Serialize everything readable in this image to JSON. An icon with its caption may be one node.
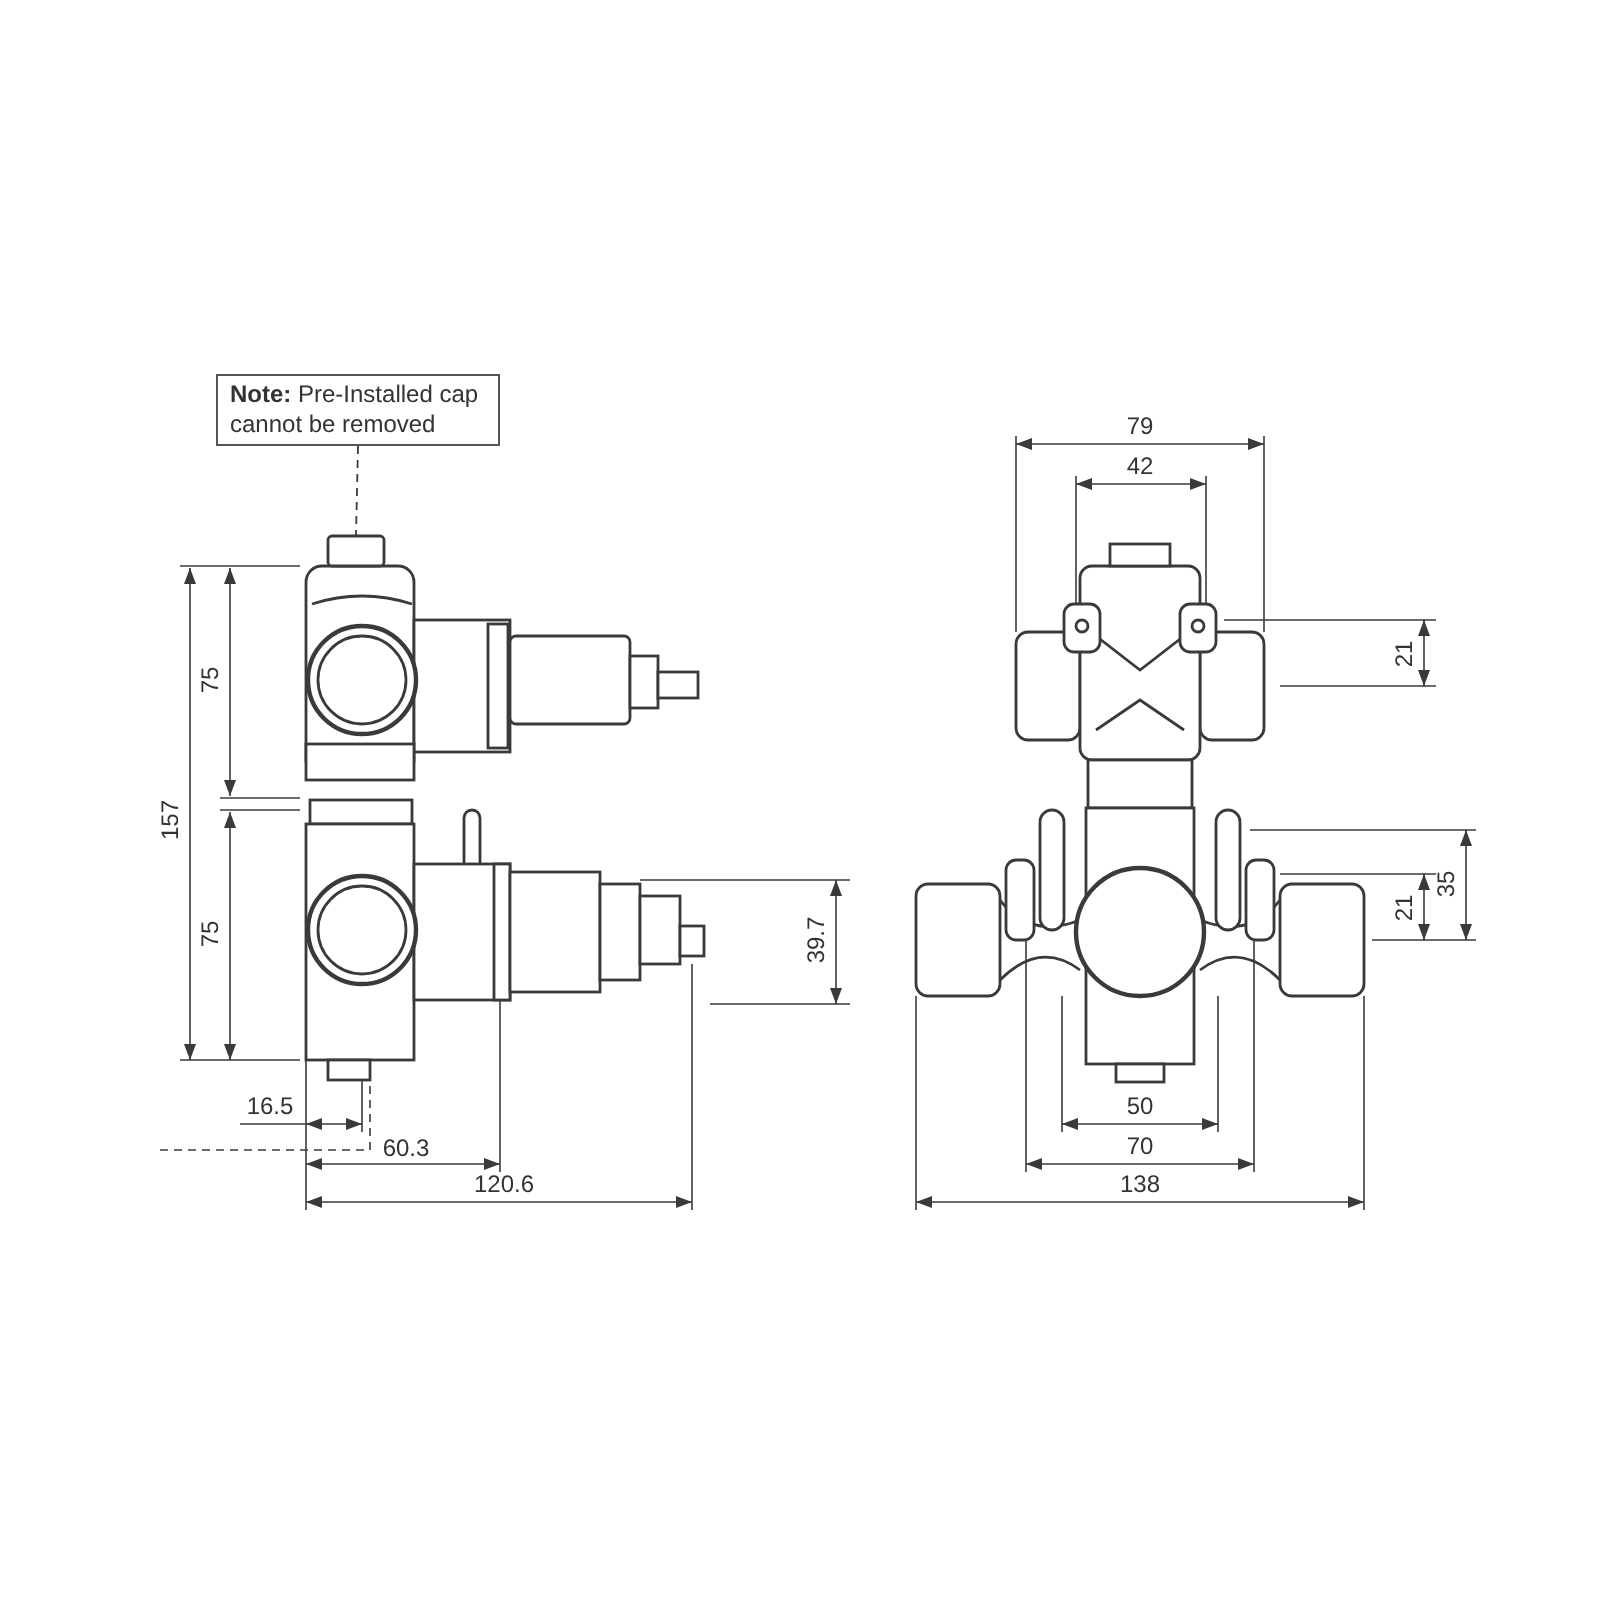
{
  "diagram": {
    "nodes": [
      {
        "text": [
          "**Note:** Pre-Installed cap cannot be removed"
        ]
      },
      {
        "text": [],
        "shape": "box"
      }
    ],
    "edges": [
      {
        "from": 0,
        "to": 1,
        "arrow": "none",
        "style": "dashed"
      }
    ],
    "labels": [
      "75",
      "75",
      "157",
      "39.7",
      "16.5",
      "60.3",
      "120.6",
      "79",
      "42",
      "21",
      "35",
      "21",
      "50",
      "70",
      "138"
    ]
  }
}
